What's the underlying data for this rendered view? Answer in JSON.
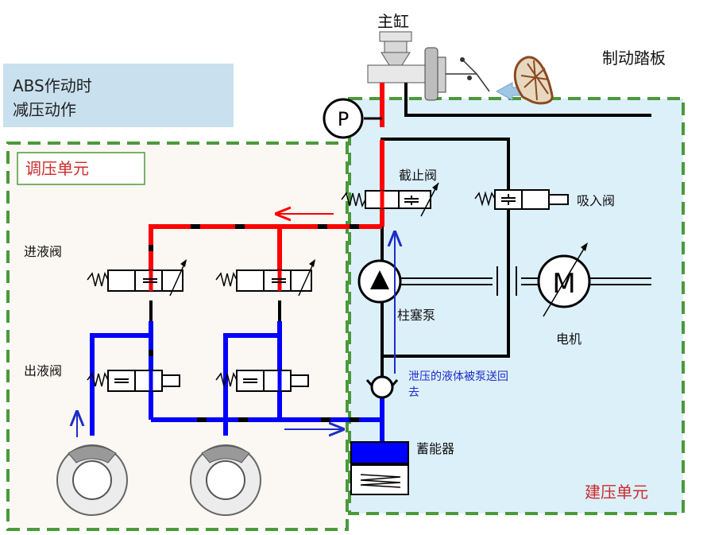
{
  "labels": {
    "master_cylinder": "主缸",
    "brake_pedal": "制动踏板",
    "abs_line1": "ABS作动时",
    "abs_line2": "减压动作",
    "pressure_unit": "调压单元",
    "build_unit": "建压单元",
    "cutoff_valve": "截止阀",
    "suction_valve": "吸入阀",
    "inlet_valve": "进液阀",
    "outlet_valve": "出液阀",
    "plunger_pump": "柱塞泵",
    "motor": "电机",
    "return_note_line1": "泄压的液体被泵送回",
    "return_note_line2": "去",
    "accumulator": "蓄能器",
    "pressure_sensor": "P",
    "motor_symbol": "M"
  },
  "colors": {
    "red_line": "#ff0000",
    "blue_line": "#0000ff",
    "black_line": "#000000",
    "panel_left_bg": "#fbf8f4",
    "panel_right_bg": "#dcf0fa",
    "dashed_border": "#4a9a3a",
    "abs_box_bg": "#c9e1ee",
    "unit_label_red": "#cc2a2a",
    "note_blue": "#1e2cc8"
  }
}
